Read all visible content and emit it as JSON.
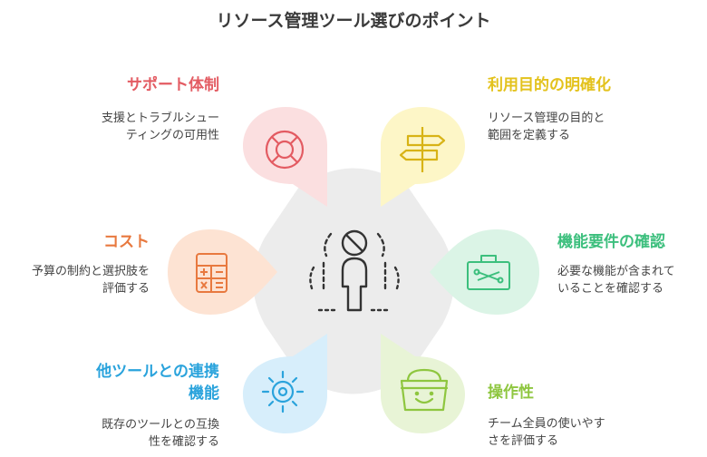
{
  "title": "リソース管理ツール選びのポイント",
  "center_icon": "person-thinking-icon",
  "colors": {
    "hub": "#ececec",
    "support": "#e35b62",
    "purpose": "#e3c21c",
    "cost": "#e8793f",
    "requirements": "#3cbf7d",
    "integration": "#2aa3dc",
    "usability": "#8ec63f"
  },
  "items": {
    "support": {
      "label": "サポート体制",
      "desc": "支援とトラブルシュー\nティングの可用性",
      "icon": "lifebuoy-icon"
    },
    "purpose": {
      "label": "利用目的の明確化",
      "desc": "リソース管理の目的と\n範囲を定義する",
      "icon": "signpost-icon"
    },
    "cost": {
      "label": "コスト",
      "desc": "予算の制約と選択肢を\n評価する",
      "icon": "calculator-icon"
    },
    "requirements": {
      "label": "機能要件の確認",
      "desc": "必要な機能が含まれて\nいることを確認する",
      "icon": "toolbox-icon"
    },
    "integration": {
      "label": "他ツールとの連携\n機能",
      "desc": "既存のツールとの互換\n性を確認する",
      "icon": "gear-sun-icon"
    },
    "usability": {
      "label": "操作性",
      "desc": "チーム全員の使いやす\nさを評価する",
      "icon": "happy-basket-icon"
    }
  }
}
